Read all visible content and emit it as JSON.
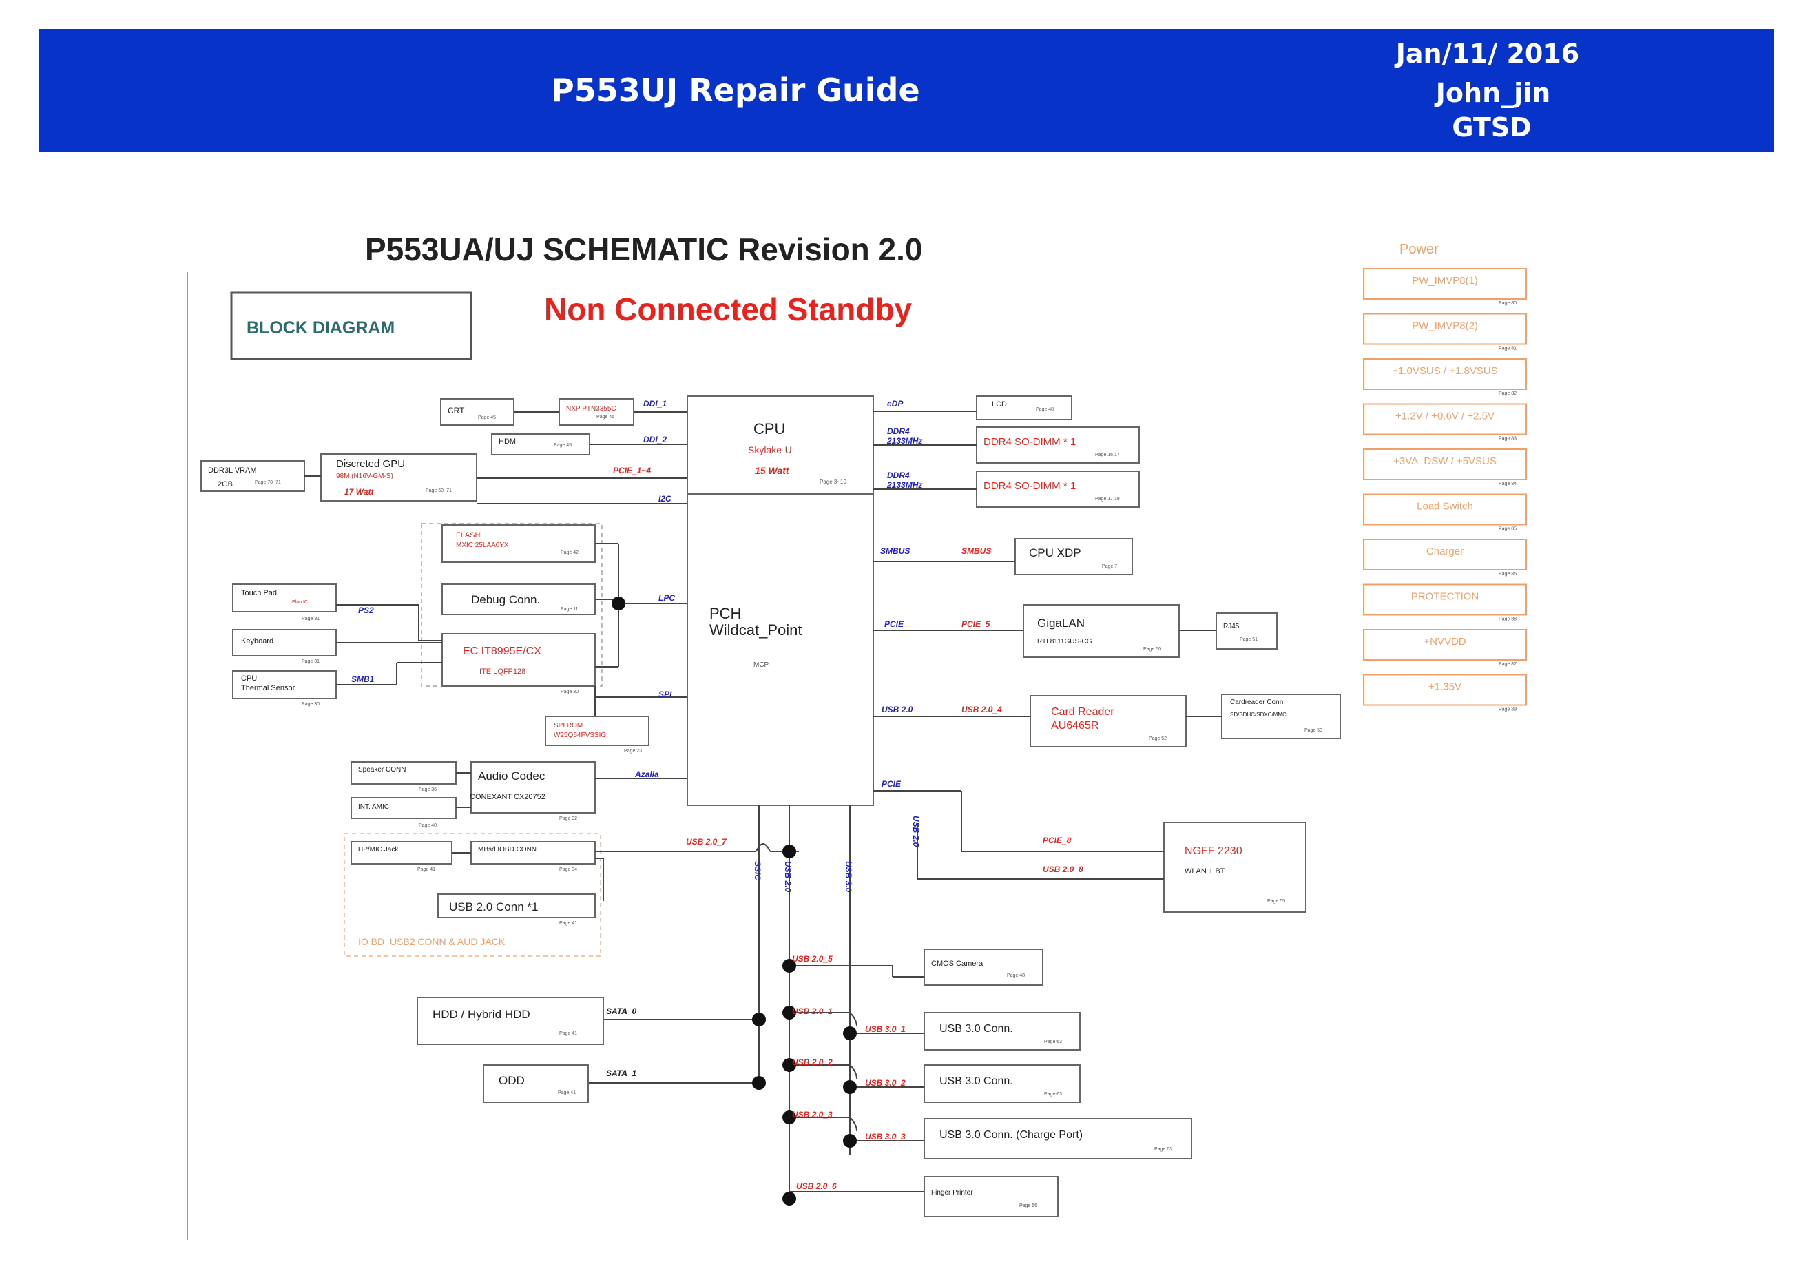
{
  "banner": {
    "title": "P553UJ Repair Guide",
    "date": "Jan/11/ 2016",
    "author": "John_jin",
    "dept": "GTSD"
  },
  "colors": {
    "banner": "#0833c8",
    "red": "#e8231e",
    "blue": "#2222cc",
    "orange": "#f2a06a",
    "teal": "#2e6b6b"
  },
  "diagram": {
    "title": "P553UA/UJ SCHEMATIC Revision 2.0",
    "subtitle": "Non Connected Standby",
    "block_label": "BLOCK DIAGRAM",
    "cpu": {
      "name": "CPU",
      "sub": "Skylake-U",
      "watt": "15 Watt",
      "page": "Page 3~10"
    },
    "pch": {
      "name": "PCH",
      "name2": "Wildcat_Point",
      "mcp": "MCP"
    },
    "blocks": {
      "crt": "CRT",
      "crt_page": "Page 45",
      "nxp": "NXP PTN3355C",
      "nxp_page": "Page 46",
      "hdmi": "HDMI",
      "hdmi_page": "Page 45",
      "vram": "DDR3L VRAM",
      "vram2": "2GB",
      "vram_page": "Page 70~71",
      "gpu": "Discreted GPU",
      "gpu_sub": "98M (N16V-GM-S)",
      "gpu_watt": "17 Watt",
      "gpu_page": "Page 60~71",
      "flash": "FLASH",
      "flash_sub": "MXIC 25LAA0YX",
      "flash_page": "Page 42",
      "debug": "Debug Conn.",
      "debug_page": "Page 11",
      "touchpad": "Touch Pad",
      "touchpad_sub": "Elan IC",
      "touchpad_page": "Page 31",
      "keyboard": "Keyboard",
      "keyboard_page": "Page 31",
      "thermal": "CPU",
      "thermal2": "Thermal Sensor",
      "thermal_page": "Page 30",
      "ec": "EC IT8995E/CX",
      "ec_sub": "ITE LQFP128",
      "ec_page": "Page 30",
      "spirom": "SPI ROM",
      "spirom_sub": "W25Q64FVSSIG",
      "spirom_page": "Page 23",
      "speaker": "Speaker CONN",
      "speaker_page": "Page 36",
      "amic": "INT. AMIC",
      "amic_page": "Page 40",
      "codec": "Audio Codec",
      "codec_sub": "CONEXANT CX20752",
      "codec_page": "Page 32",
      "hpmic": "HP/MIC Jack",
      "hpmic_page": "Page 41",
      "mbsd": "MBsd IOBD CONN",
      "mbsd_page": "Page 34",
      "usb2conn": "USB 2.0 Conn *1",
      "usb2conn_page": "Page 41",
      "iobd_note": "IO BD_USB2 CONN & AUD JACK",
      "lcd": "LCD",
      "lcd_page": "Page 48",
      "ddr1": "DDR4 SO-DIMM * 1",
      "ddr1_page": "Page 16,17",
      "ddr2": "DDR4 SO-DIMM * 1",
      "ddr2_page": "Page 17,18",
      "xdp": "CPU XDP",
      "xdp_page": "Page 7",
      "gigalan": "GigaLAN",
      "gigalan_sub": "RTL8111GUS-CG",
      "gigalan_page": "Page 50",
      "rj45": "RJ45",
      "rj45_page": "Page 51",
      "cardreader": "Card Reader",
      "cardreader_sub": "AU6465R",
      "cardreader_page": "Page 52",
      "cardconn": "Cardreader Conn.",
      "cardconn_sub": "SD/SDHC/SDXC/MMC",
      "cardconn_page": "Page 53",
      "ngff": "NGFF 2230",
      "ngff_sub": "WLAN + BT",
      "ngff_page": "Page 55",
      "cmos": "CMOS Camera",
      "cmos_page": "Page 48",
      "hdd": "HDD / Hybrid HDD",
      "hdd_page": "Page 41",
      "odd": "ODD",
      "odd_page": "Page 41",
      "usb3a": "USB 3.0 Conn.",
      "usb3a_page": "Page 63",
      "usb3b": "USB 3.0 Conn.",
      "usb3b_page": "Page 63",
      "usb3c": "USB 3.0 Conn. (Charge Port)",
      "usb3c_page": "Page 63",
      "finger": "Finger Printer",
      "finger_page": "Page 56"
    },
    "signals": {
      "ddi1": "DDI_1",
      "ddi2": "DDI_2",
      "pcie14": "PCIE_1~4",
      "i2c": "I2C",
      "lpc": "LPC",
      "ps2": "PS2",
      "smb1": "SMB1",
      "spi": "SPI",
      "azalia": "Azalia",
      "edp": "eDP",
      "ddr4a": "DDR4",
      "ddr4a_speed": "2133MHz",
      "ddr4b": "DDR4",
      "ddr4b_speed": "2133MHz",
      "smbus": "SMBUS",
      "smbus_r": "SMBUS",
      "pcie_lan": "PCIE",
      "pcie5": "PCIE_5",
      "usb20_card": "USB 2.0",
      "usb204": "USB 2.0_4",
      "pcie_ngff": "PCIE",
      "pcie8": "PCIE_8",
      "usb208": "USB 2.0_8",
      "usb207": "USB 2.0_7",
      "v_ssic": "SSIC",
      "v_usb20": "USB 2.0",
      "v_usb30": "USB 3.0",
      "v_usb20b": "USB 2.0",
      "usb205": "USB 2.0_5",
      "usb201": "USB 2.0_1",
      "usb202": "USB 2.0_2",
      "usb203": "USB 2.0_3",
      "usb206": "USB 2.0_6",
      "usb301": "USB 3.0_1",
      "usb302": "USB 3.0_2",
      "usb303": "USB 3.0_3",
      "sata0": "SATA_0",
      "sata1": "SATA_1"
    },
    "power": {
      "title": "Power",
      "items": [
        {
          "label": "PW_IMVP8(1)",
          "page": "Page 80"
        },
        {
          "label": "PW_IMVP8(2)",
          "page": "Page 81"
        },
        {
          "label": "+1.0VSUS / +1.8VSUS",
          "page": "Page 82"
        },
        {
          "label": "+1.2V / +0.6V / +2.5V",
          "page": "Page 83"
        },
        {
          "label": "+3VA_DSW / +5VSUS",
          "page": "Page 84"
        },
        {
          "label": "Load Switch",
          "page": "Page 85"
        },
        {
          "label": "Charger",
          "page": "Page 86"
        },
        {
          "label": "PROTECTION",
          "page": "Page 88"
        },
        {
          "label": "+NVVDD",
          "page": "Page 87"
        },
        {
          "label": "+1.35V",
          "page": "Page 89"
        }
      ]
    }
  }
}
